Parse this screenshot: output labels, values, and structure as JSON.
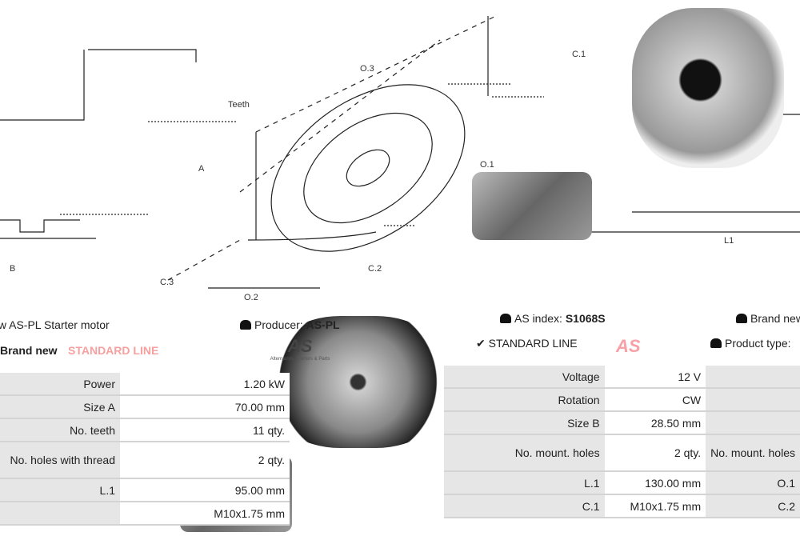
{
  "diagram_labels": {
    "teeth": "Teeth",
    "a": "A",
    "b": "B",
    "c3": "C.3",
    "o3": "O.3",
    "c1": "C.1",
    "o1": "O.1",
    "o2": "O.2",
    "c2": "C.2",
    "l1": "L1"
  },
  "header": {
    "title": "New AS-PL Starter motor",
    "producer_label": "Producer:",
    "producer_value": "AS-PL",
    "as_index_label": "AS index:",
    "as_index_value": "S1068S",
    "brand_new_right": "Brand new",
    "brand_new": "Brand new",
    "standard_line_faded": "STANDARD LINE",
    "standard_line": "STANDARD LINE",
    "logo_tagline": "Alternators, Starters & Parts",
    "logo_text": "AS",
    "product_type_label": "Product type:"
  },
  "left_table": [
    {
      "label": "Power",
      "value": "1.20 kW"
    },
    {
      "label": "Size A",
      "value": "70.00 mm"
    },
    {
      "label": "No. teeth",
      "value": "11 qty."
    },
    {
      "label": "No. holes with thread",
      "value": "2 qty."
    },
    {
      "label": "L.1",
      "value": "95.00 mm"
    },
    {
      "label": "",
      "value": "M10x1.75 mm"
    }
  ],
  "right_table": [
    {
      "label": "Voltage",
      "value": "12 V",
      "extra": ""
    },
    {
      "label": "Rotation",
      "value": "CW",
      "extra": ""
    },
    {
      "label": "Size B",
      "value": "28.50 mm",
      "extra": ""
    },
    {
      "label": "No. mount. holes",
      "value": "2 qty.",
      "extra": "No. mount. holes"
    },
    {
      "label": "L.1",
      "value": "130.00 mm",
      "extra": "O.1"
    },
    {
      "label": "C.1",
      "value": "M10x1.75 mm",
      "extra": "C.2"
    }
  ]
}
